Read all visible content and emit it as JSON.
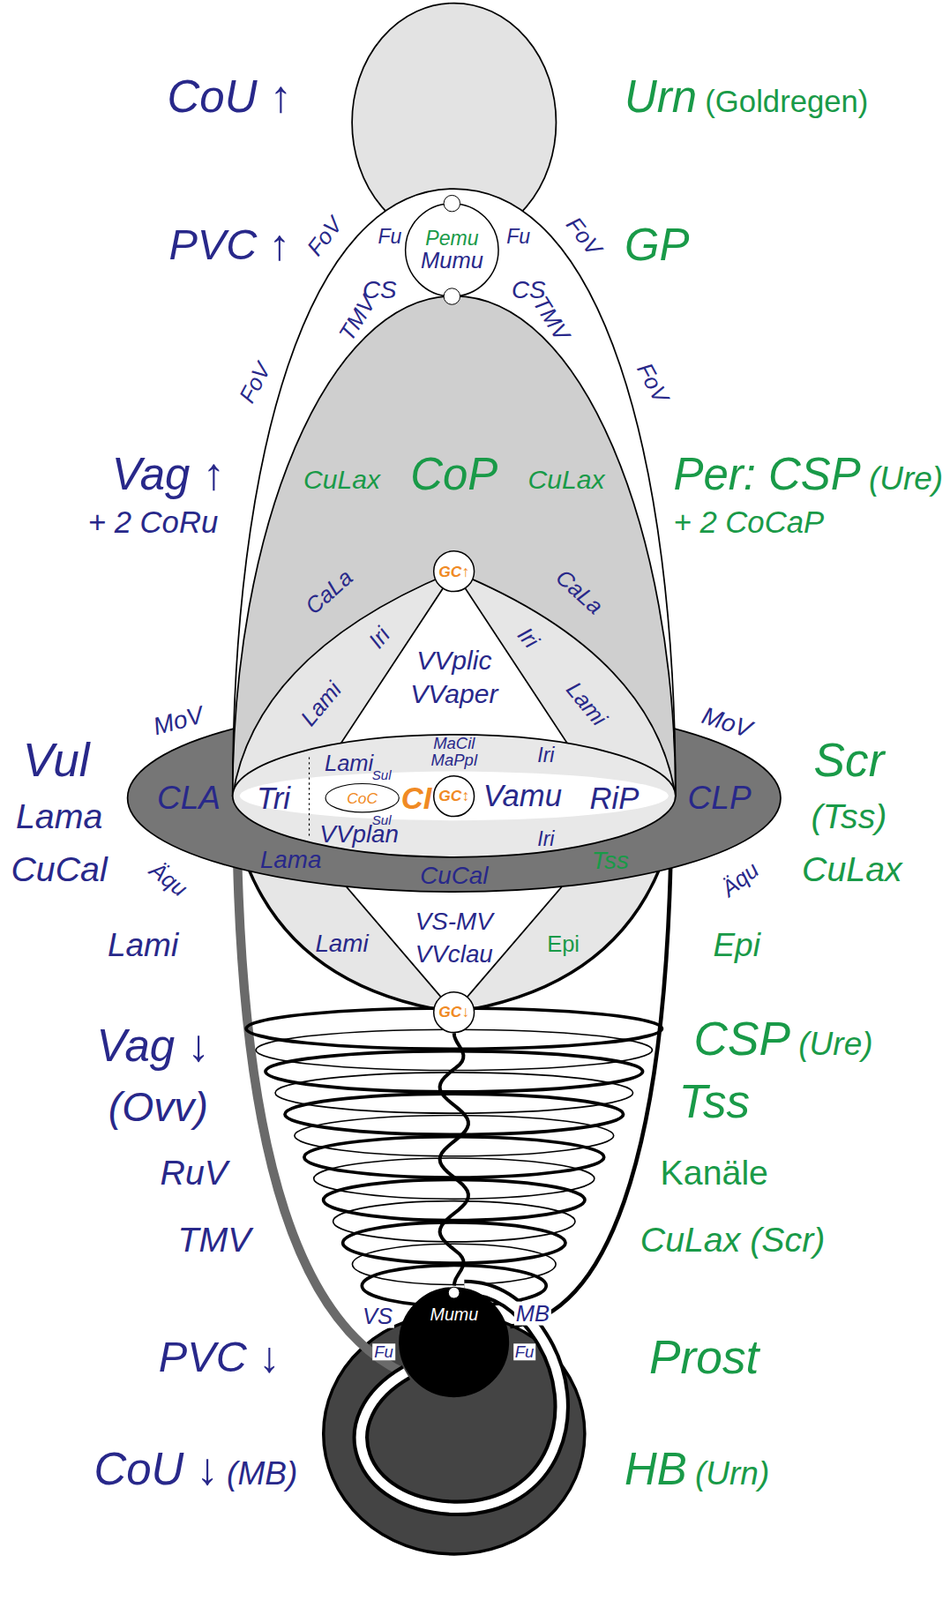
{
  "diagram": {
    "nodes": [
      {
        "text": [
          "Pemu",
          "Mumu"
        ]
      },
      {
        "text": [
          "GC↑"
        ]
      },
      {
        "text": [
          "GC↕"
        ]
      },
      {
        "text": [
          "GC↓"
        ]
      },
      {
        "text": [
          "Mumu"
        ]
      }
    ],
    "edges": [
      {
        "from": 3,
        "to": 4,
        "arrow": "none"
      }
    ],
    "labels": [
      "CoU ↑",
      "Urn",
      "(Goldregen)",
      "PVC ↑",
      "GP",
      "FoV",
      "Fu",
      "Fu",
      "FoV",
      "CS",
      "CS",
      "TMV",
      "TMV",
      "FoV",
      "FoV",
      "Vag ↑",
      "CuLax",
      "CoP",
      "CuLax",
      "Per: CSP",
      "(Ure)",
      "+ 2 CoRu",
      "+ 2 CoCaP",
      "CaLa",
      "CaLa",
      "Iri",
      "Iri",
      "VVplic",
      "VVaper",
      "Lami",
      "Lami",
      "MoV",
      "MoV",
      "Vul",
      "Scr",
      "MaCil",
      "MaPpl",
      "Lami",
      "Iri",
      "CLA",
      "Tri",
      "Sul",
      "CoC",
      "Sul",
      "CI",
      "Vamu",
      "RiP",
      "CLP",
      "Lama",
      "(Tss)",
      "VVplan",
      "Iri",
      "Lama",
      "CuCal",
      "CuCal",
      "Tss",
      "CuLax",
      "Äqu",
      "Äqu",
      "Lami",
      "Lami",
      "VS-MV",
      "VVclau",
      "Epi",
      "Epi",
      "Vag ↓",
      "CSP",
      "(Ure)",
      "(Ovv)",
      "Tss",
      "RuV",
      "Kanäle",
      "TMV",
      "CuLax (Scr)",
      "VS",
      "MB",
      "Fu",
      "Fu",
      "PVC ↓",
      "Prost",
      "CoU ↓",
      "(MB)",
      "HB",
      "(Urn)"
    ]
  }
}
